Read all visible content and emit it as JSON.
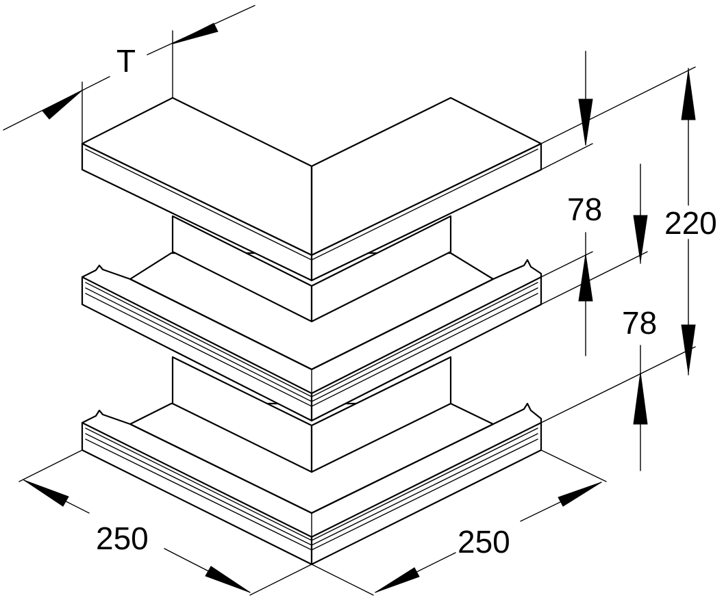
{
  "drawing": {
    "thickness_label": "T",
    "height_upper": "78",
    "height_lower": "78",
    "height_total": "220",
    "width_left": "250",
    "width_right": "250"
  },
  "colors": {
    "line": "#000000",
    "background": "#ffffff"
  }
}
